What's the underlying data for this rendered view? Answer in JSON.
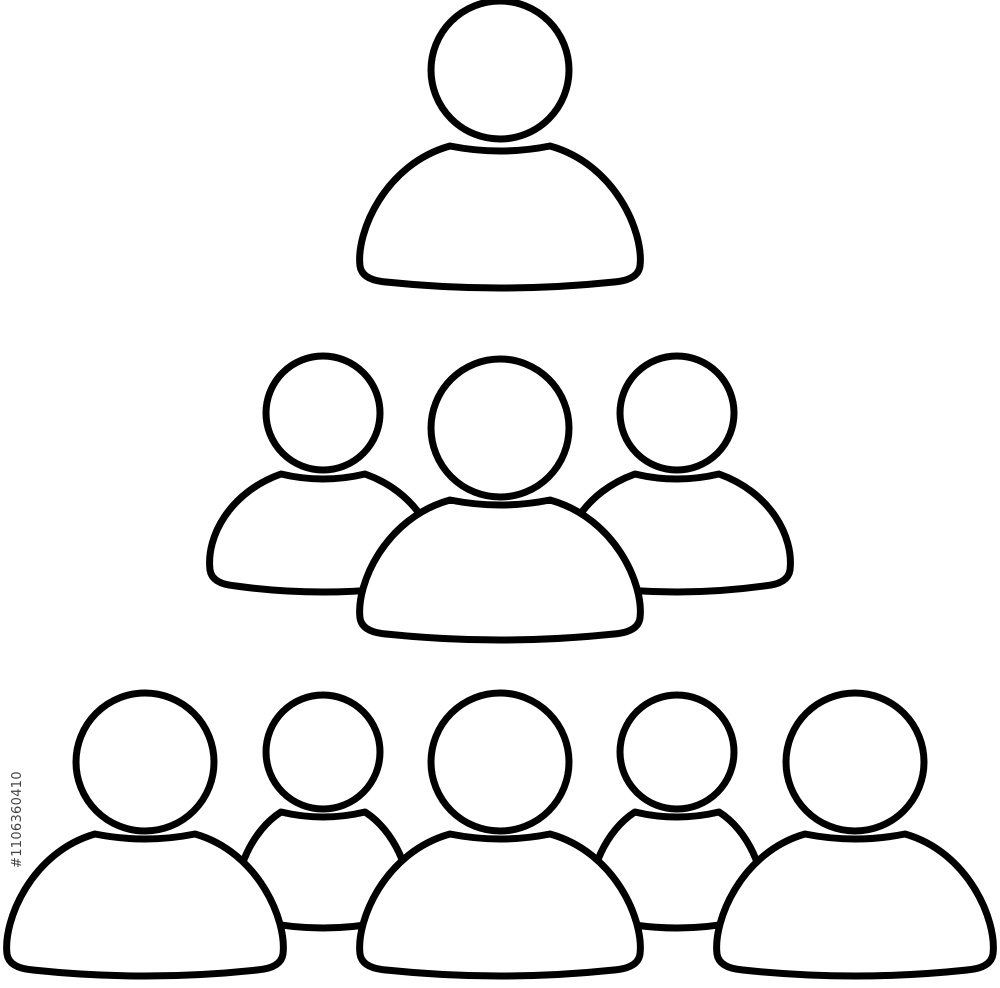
{
  "icon": {
    "name": "hierarchy-people-pyramid-icon",
    "line_color": "#000000",
    "background": "#ffffff",
    "rows": [
      {
        "name": "top-row",
        "people": 1
      },
      {
        "name": "middle-row",
        "people": 3
      },
      {
        "name": "bottom-row",
        "people": 5
      }
    ]
  },
  "watermark": {
    "stock_id": "#1106360410"
  }
}
